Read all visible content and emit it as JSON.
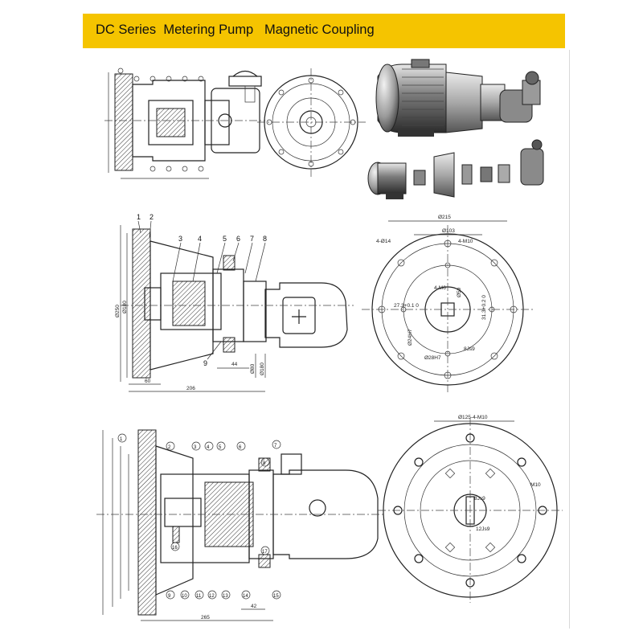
{
  "header": {
    "title": "DC Series  Metering Pump   Magnetic Coupling",
    "background_color": "#f5c400"
  },
  "figure1": {
    "note": ""
  },
  "figure2": {
    "balloons": [
      "1",
      "2",
      "3",
      "4",
      "5",
      "6",
      "7",
      "8",
      "9"
    ],
    "dims": {
      "d250": "Ø250",
      "d180": "Ø180",
      "d80": "Ø80",
      "d180b": "Ø180",
      "w44": "44",
      "w60": "60",
      "w206": "206"
    }
  },
  "figure2_front": {
    "dims": {
      "d215": "Ø215",
      "d103": "Ø103",
      "h4m10": "4-M10",
      "h4d14": "4-Ø14",
      "h4m6": "4-M6",
      "d59": "Ø59",
      "a273": "27.3+0.1 0",
      "a313": "31.3+0.2 0",
      "d24h7": "Ø24H7",
      "d28h7": "Ø28H7",
      "k8js9": "8Js9"
    }
  },
  "figure3": {
    "balloons": [
      "1",
      "2",
      "3",
      "4",
      "5",
      "6",
      "7",
      "8",
      "9",
      "10",
      "11",
      "12",
      "13",
      "14",
      "15",
      "16",
      "17"
    ],
    "dims": {
      "w265": "265",
      "w42": "42"
    }
  },
  "figure3_front": {
    "dims": {
      "d125": "Ø125-4-M10",
      "m10": "M10",
      "k8js9": "8Js9",
      "k12js9": "12Js9"
    }
  }
}
